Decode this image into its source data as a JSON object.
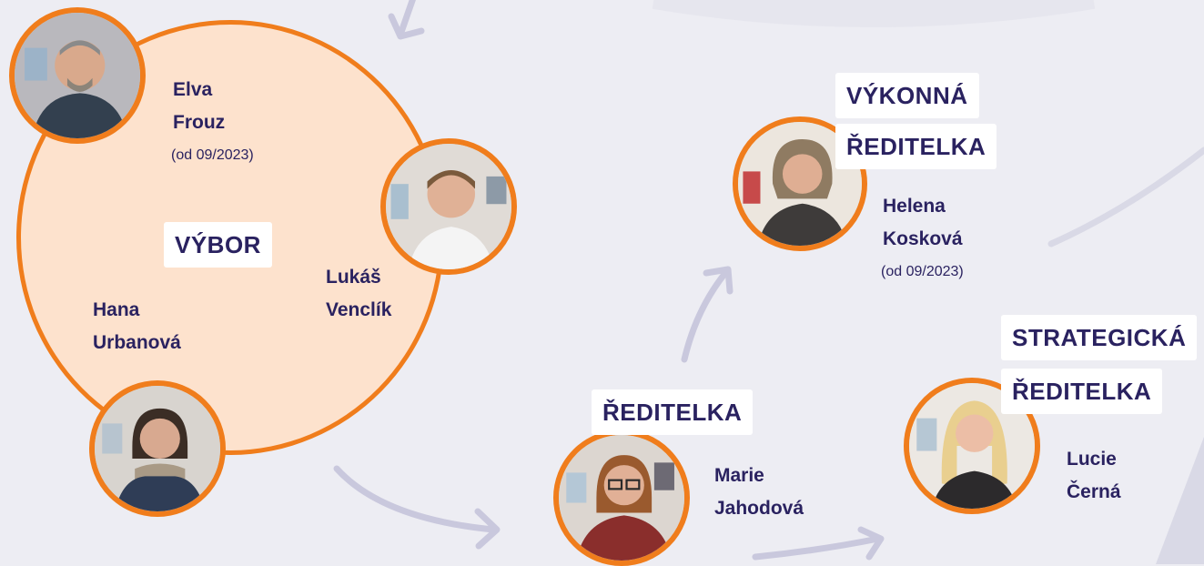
{
  "accent_color": "#f07d1c",
  "text_color": "#2a2260",
  "background_color": "#ededf3",
  "committee": {
    "label": "VÝBOR",
    "members": [
      {
        "first": "Elva",
        "last": "Frouz",
        "since": "(od 09/2023)"
      },
      {
        "first": "Lukáš",
        "last": "Venclík"
      },
      {
        "first": "Hana",
        "last": "Urbanová"
      }
    ]
  },
  "director": {
    "label": "ŘEDITELKA",
    "first": "Marie",
    "last": "Jahodová"
  },
  "executive_director": {
    "label_1": "VÝKONNÁ",
    "label_2": "ŘEDITELKA",
    "first": "Helena",
    "last": "Kosková",
    "since": "(od 09/2023)"
  },
  "strategic_director": {
    "label_1": "STRATEGICKÁ",
    "label_2": "ŘEDITELKA",
    "first": "Lucie",
    "last": "Černá"
  }
}
